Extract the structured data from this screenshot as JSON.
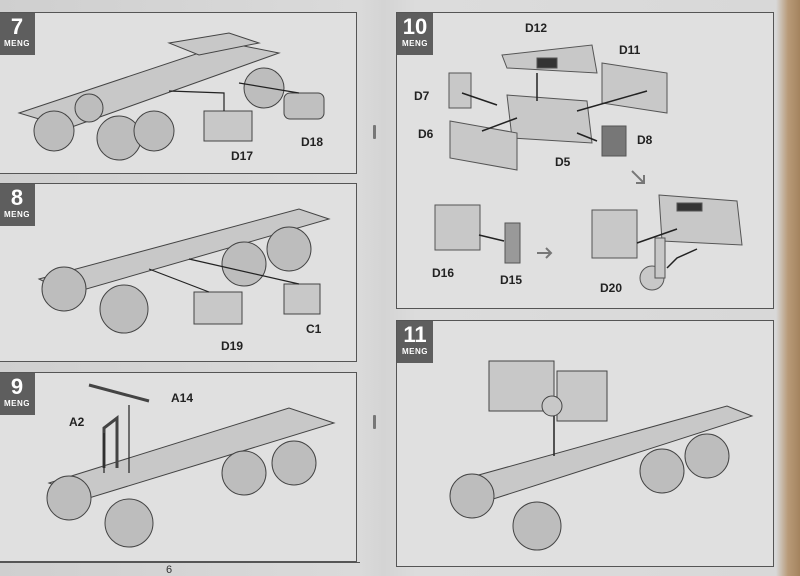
{
  "brand": "MENG",
  "page_number": "6",
  "steps": [
    {
      "number": "7",
      "parts": [
        "D17",
        "D18"
      ]
    },
    {
      "number": "8",
      "parts": [
        "C1",
        "D19"
      ]
    },
    {
      "number": "9",
      "parts": [
        "A2",
        "A14"
      ]
    },
    {
      "number": "10",
      "parts": [
        "D12",
        "D11",
        "D7",
        "D6",
        "D5",
        "D8",
        "D16",
        "D15",
        "D20"
      ]
    },
    {
      "number": "11",
      "parts": []
    }
  ]
}
